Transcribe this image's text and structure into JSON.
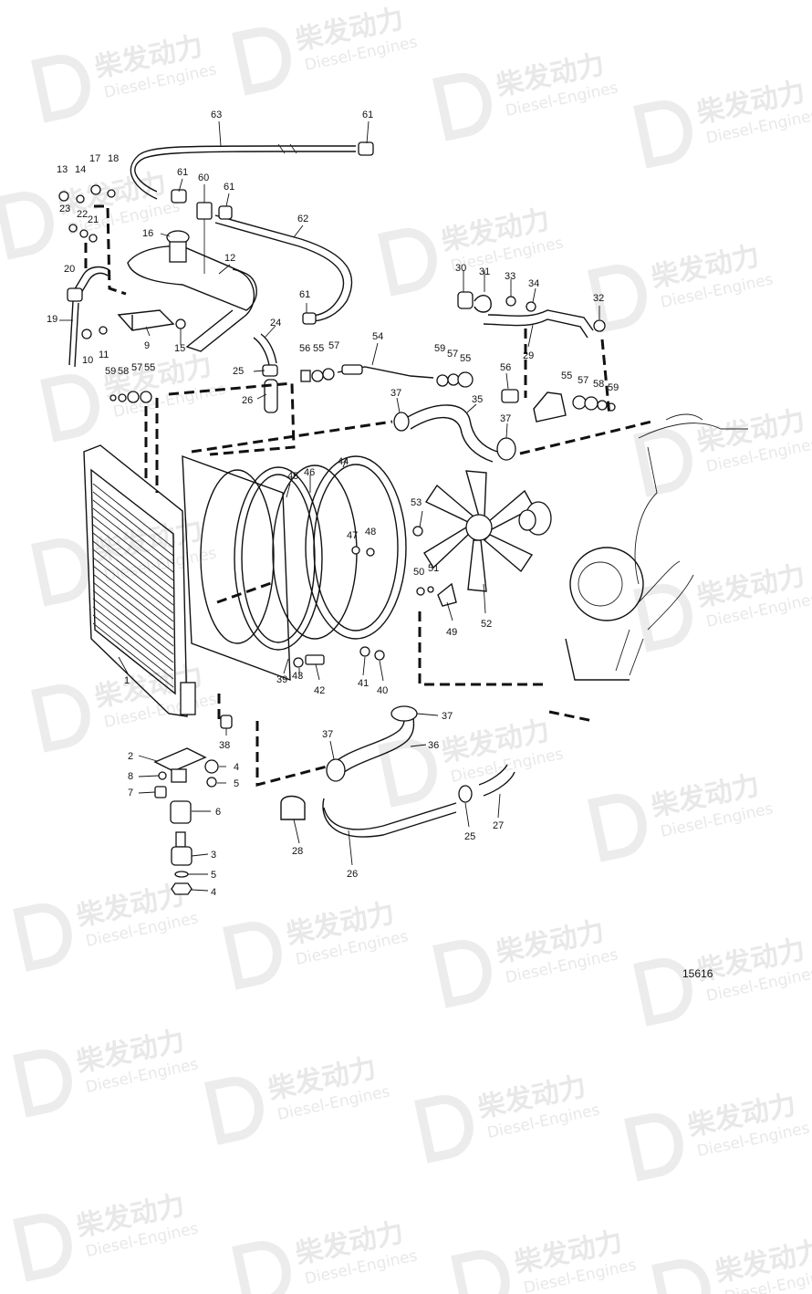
{
  "watermark": {
    "text_cn": "柴发动力",
    "text_en": "Diesel-Engines"
  },
  "drawing_ref": "15616",
  "callouts": [
    {
      "label": "63"
    },
    {
      "label": "61"
    },
    {
      "label": "13"
    },
    {
      "label": "14"
    },
    {
      "label": "17"
    },
    {
      "label": "18"
    },
    {
      "label": "61"
    },
    {
      "label": "60"
    },
    {
      "label": "61"
    },
    {
      "label": "23"
    },
    {
      "label": "22"
    },
    {
      "label": "21"
    },
    {
      "label": "62"
    },
    {
      "label": "16"
    },
    {
      "label": "12"
    },
    {
      "label": "20"
    },
    {
      "label": "30"
    },
    {
      "label": "31"
    },
    {
      "label": "33"
    },
    {
      "label": "34"
    },
    {
      "label": "32"
    },
    {
      "label": "61"
    },
    {
      "label": "19"
    },
    {
      "label": "24"
    },
    {
      "label": "9"
    },
    {
      "label": "15"
    },
    {
      "label": "10"
    },
    {
      "label": "11"
    },
    {
      "label": "29"
    },
    {
      "label": "56"
    },
    {
      "label": "55"
    },
    {
      "label": "57"
    },
    {
      "label": "54"
    },
    {
      "label": "59"
    },
    {
      "label": "57"
    },
    {
      "label": "55"
    },
    {
      "label": "59"
    },
    {
      "label": "58"
    },
    {
      "label": "57"
    },
    {
      "label": "55"
    },
    {
      "label": "25"
    },
    {
      "label": "56"
    },
    {
      "label": "55"
    },
    {
      "label": "57"
    },
    {
      "label": "58"
    },
    {
      "label": "59"
    },
    {
      "label": "26"
    },
    {
      "label": "37"
    },
    {
      "label": "35"
    },
    {
      "label": "37"
    },
    {
      "label": "45"
    },
    {
      "label": "46"
    },
    {
      "label": "44"
    },
    {
      "label": "53"
    },
    {
      "label": "47"
    },
    {
      "label": "48"
    },
    {
      "label": "50"
    },
    {
      "label": "51"
    },
    {
      "label": "52"
    },
    {
      "label": "49"
    },
    {
      "label": "1"
    },
    {
      "label": "39"
    },
    {
      "label": "43"
    },
    {
      "label": "42"
    },
    {
      "label": "41"
    },
    {
      "label": "40"
    },
    {
      "label": "38"
    },
    {
      "label": "37"
    },
    {
      "label": "37"
    },
    {
      "label": "36"
    },
    {
      "label": "2"
    },
    {
      "label": "4"
    },
    {
      "label": "8"
    },
    {
      "label": "5"
    },
    {
      "label": "7"
    },
    {
      "label": "6"
    },
    {
      "label": "28"
    },
    {
      "label": "25"
    },
    {
      "label": "27"
    },
    {
      "label": "26"
    },
    {
      "label": "3"
    },
    {
      "label": "5"
    },
    {
      "label": "4"
    }
  ]
}
